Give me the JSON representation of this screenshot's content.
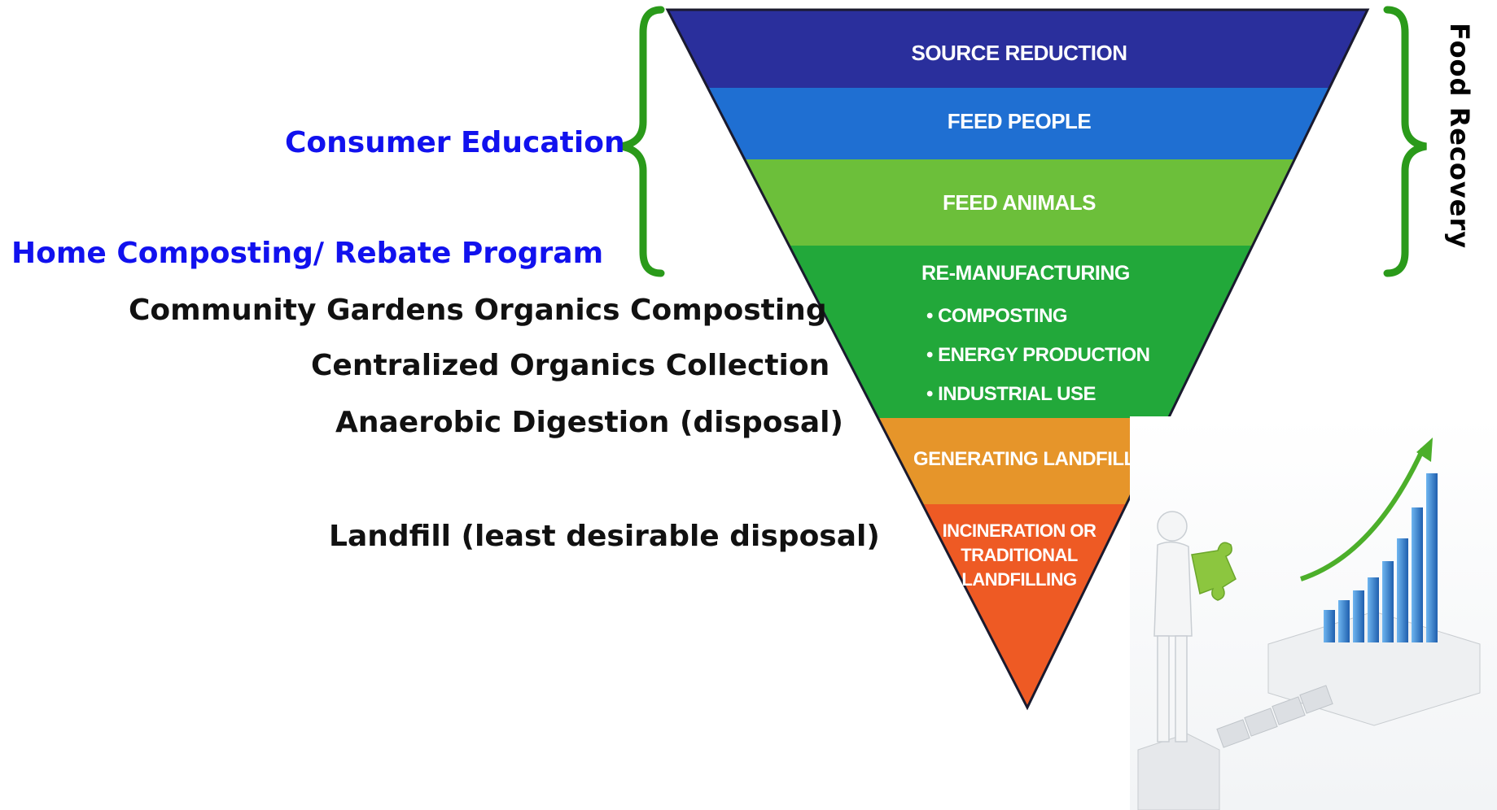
{
  "pyramid": {
    "tiers": [
      {
        "label": "SOURCE REDUCTION",
        "color": "#2a2f9c"
      },
      {
        "label": "FEED PEOPLE",
        "color": "#1f6fd2"
      },
      {
        "label": "FEED ANIMALS",
        "color": "#6cbf3a"
      },
      {
        "label": "RE-MANUFACTURING",
        "color": "#22a83a"
      },
      {
        "label": "GENERATING LANDFILLS",
        "color": "#e6952a"
      },
      {
        "label": "INCINERATION OR TRADITIONAL LANDFILLING",
        "color": "#ee5a24"
      }
    ],
    "remanufacturing_bullets": [
      "• COMPOSTING",
      "• ENERGY PRODUCTION",
      "• INDUSTRIAL USE"
    ],
    "incineration_lines": [
      "INCINERATION OR",
      "TRADITIONAL",
      "LANDFILLING"
    ]
  },
  "left_labels": {
    "consumer_education": "Consumer Education",
    "home_composting": "Home Composting/ Rebate Program",
    "community_gardens": "Community Gardens Organics Composting",
    "centralized_collection": "Centralized Organics Collection",
    "anaerobic_digestion": "Anaerobic Digestion (disposal)",
    "landfill": "Landfill (least desirable disposal)"
  },
  "right_label": "Food Recovery",
  "colors": {
    "brace": "#2a9a1a",
    "blue_text": "#1111ee",
    "black_text": "#111111"
  }
}
